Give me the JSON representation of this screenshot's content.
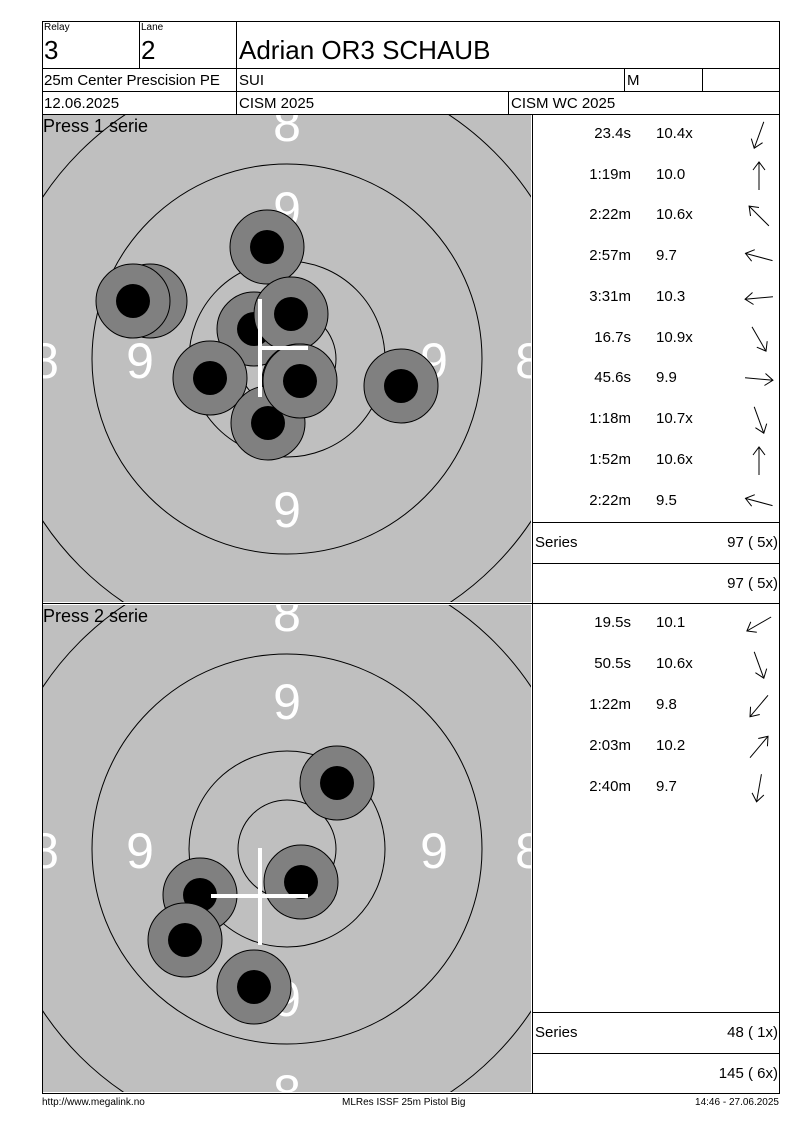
{
  "header": {
    "relay_label": "Relay",
    "relay_value": "3",
    "lane_label": "Lane",
    "lane_value": "2",
    "shooter_name": "Adrian OR3 SCHAUB",
    "event": "25m Center Prescision PE",
    "nation": "SUI",
    "gender": "M",
    "date": "12.06.2025",
    "competition": "CISM 2025",
    "match": "CISM WC 2025"
  },
  "targets": {
    "ring_labels": {
      "nine": "9",
      "eight": "8"
    },
    "series": [
      {
        "title": "Press 1 serie",
        "shots": [
          {
            "time": "23.4s",
            "score": "10.4x",
            "arrow": "down-left"
          },
          {
            "time": "1:19m",
            "score": "10.0",
            "arrow": "up"
          },
          {
            "time": "2:22m",
            "score": "10.6x",
            "arrow": "up-left"
          },
          {
            "time": "2:57m",
            "score": "9.7",
            "arrow": "left"
          },
          {
            "time": "3:31m",
            "score": "10.3",
            "arrow": "left"
          },
          {
            "time": "16.7s",
            "score": "10.9x",
            "arrow": "down-right"
          },
          {
            "time": "45.6s",
            "score": "9.9",
            "arrow": "right"
          },
          {
            "time": "1:18m",
            "score": "10.7x",
            "arrow": "down-right"
          },
          {
            "time": "1:52m",
            "score": "10.6x",
            "arrow": "up"
          },
          {
            "time": "2:22m",
            "score": "9.5",
            "arrow": "left"
          }
        ],
        "series_label": "Series",
        "series_total": "97 ( 5x)",
        "running_total": "97 ( 5x)"
      },
      {
        "title": "Press 2 serie",
        "shots": [
          {
            "time": "19.5s",
            "score": "10.1",
            "arrow": "down-left"
          },
          {
            "time": "50.5s",
            "score": "10.6x",
            "arrow": "down-right"
          },
          {
            "time": "1:22m",
            "score": "9.8",
            "arrow": "down-left"
          },
          {
            "time": "2:03m",
            "score": "10.2",
            "arrow": "up-right"
          },
          {
            "time": "2:40m",
            "score": "9.7",
            "arrow": "down"
          }
        ],
        "series_label": "Series",
        "series_total": "48 ( 1x)",
        "running_total": "145 ( 6x)"
      }
    ]
  },
  "footer": {
    "left": "http://www.megalink.no",
    "center": "MLRes ISSF 25m Pistol Big",
    "right": "14:46 - 27.06.2025"
  },
  "colors": {
    "target_bg": "#bfbfbf",
    "shot_outer": "#808080",
    "shot_inner": "#000000"
  }
}
